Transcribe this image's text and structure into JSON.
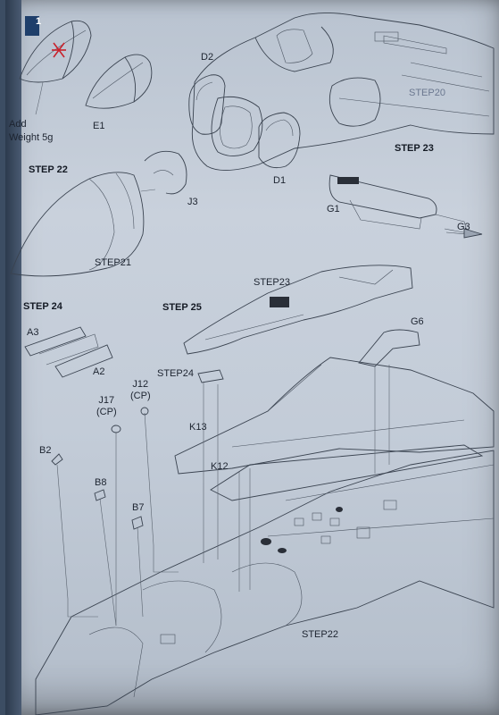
{
  "page_tag": "1",
  "steps": {
    "step22": "STEP 22",
    "step23": "STEP 23",
    "step24": "STEP 24",
    "step25": "STEP 25"
  },
  "notes": {
    "add_weight": [
      "Add",
      "Weight 5g"
    ]
  },
  "part_labels": {
    "D2": "D2",
    "E1": "E1",
    "D1": "D1",
    "J3": "J3",
    "G1": "G1",
    "G3": "G3",
    "G6": "G6",
    "A3": "A3",
    "A2": "A2",
    "J17": [
      "J17",
      "(CP)"
    ],
    "J12": [
      "J12",
      "(CP)"
    ],
    "K13": "K13",
    "K12": "K12",
    "B2": "B2",
    "B8": "B8",
    "B7": "B7"
  },
  "ref_labels": {
    "step20": "STEP20",
    "step21": "STEP21",
    "step23": "STEP23",
    "step24": "STEP24",
    "step22": "STEP22"
  },
  "colors": {
    "weight_marker": "#c8202a"
  }
}
